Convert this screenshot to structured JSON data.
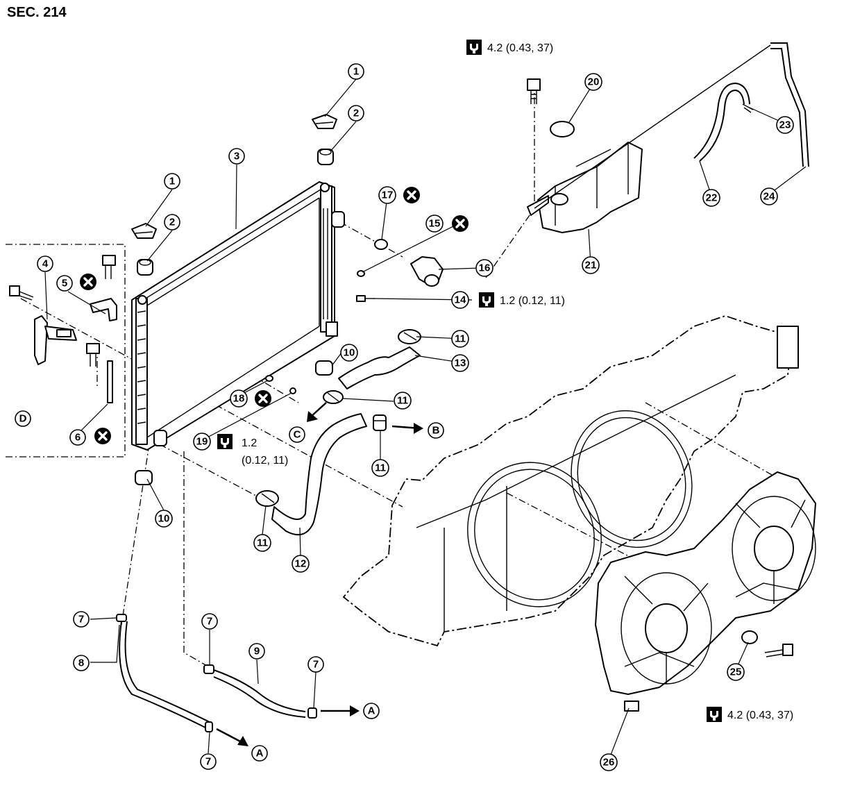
{
  "section": "SEC. 214",
  "torque": {
    "t1": "4.2 (0.43, 37)",
    "t2": "1.2 (0.12, 11)",
    "t3_line1": "1.2",
    "t3_line2": "(0.12, 11)",
    "t4": "4.2 (0.43, 37)"
  },
  "callouts": {
    "c1": "1",
    "c2": "2",
    "c3": "3",
    "c4": "4",
    "c5": "5",
    "c6": "6",
    "c7": "7",
    "c8": "8",
    "c9": "9",
    "c10": "10",
    "c11": "11",
    "c12": "12",
    "c13": "13",
    "c14": "14",
    "c15": "15",
    "c16": "16",
    "c17": "17",
    "c18": "18",
    "c19": "19",
    "c20": "20",
    "c21": "21",
    "c22": "22",
    "c23": "23",
    "c24": "24",
    "c25": "25",
    "c26": "26"
  },
  "refs": {
    "A": "A",
    "B": "B",
    "C": "C",
    "D": "D"
  }
}
